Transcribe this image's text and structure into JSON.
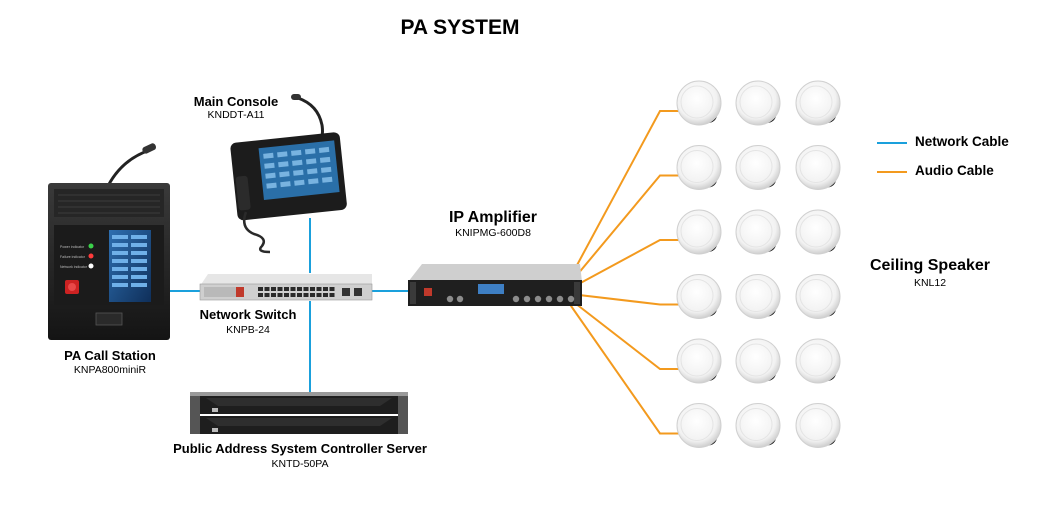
{
  "title": "PA SYSTEM",
  "devices": {
    "main_console": {
      "name": "Main Console",
      "model": "KNDDT-A11"
    },
    "call_station": {
      "name": "PA Call Station",
      "model": "KNPA800miniR"
    },
    "network_switch": {
      "name": "Network Switch",
      "model": "KNPB-24"
    },
    "controller_server": {
      "name": "Public Address System Controller Server",
      "model": "KNTD-50PA"
    },
    "ip_amplifier": {
      "name": "IP Amplifier",
      "model": "KNIPMG-600D8"
    },
    "ceiling_speaker": {
      "name": "Ceiling Speaker",
      "model": "KNL12"
    }
  },
  "legend": {
    "network_cable": {
      "label": "Network Cable",
      "color": "#1aa0dc"
    },
    "audio_cable": {
      "label": "Audio Cable",
      "color": "#f39a1e"
    }
  },
  "call_station_indicators": [
    "Power indicator",
    "Failure indicator",
    "Network indicator"
  ],
  "speaker_grid": {
    "rows": 6,
    "columns": 3
  }
}
